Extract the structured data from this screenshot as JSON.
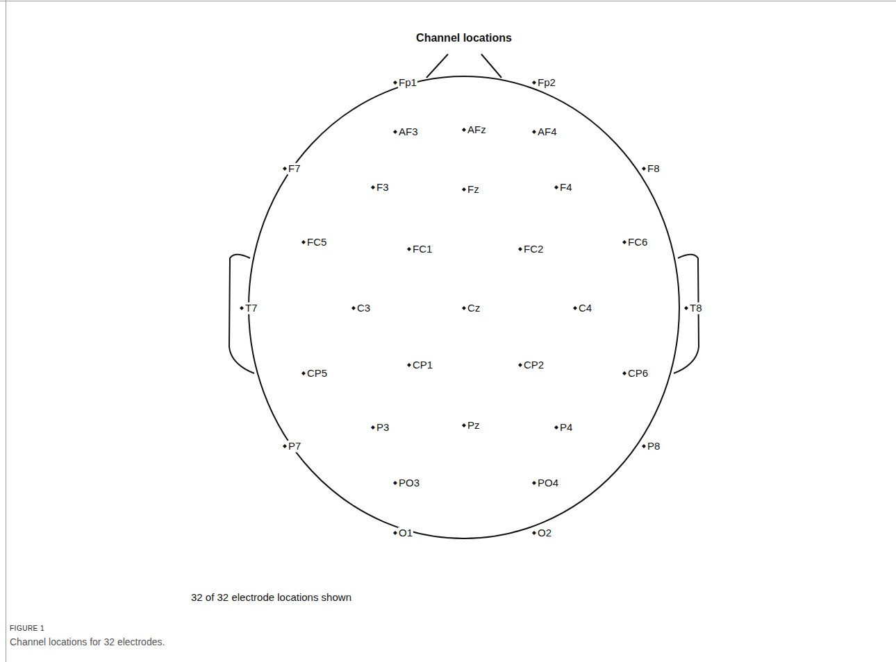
{
  "diagram": {
    "title": "Channel locations",
    "caption": "Channel locations for 32 electrodes.",
    "labels": [
      "Fp1",
      "Fp2",
      "AF3",
      "AFz",
      "AF4",
      "F7",
      "F3",
      "Fz",
      "F4",
      "F8",
      "FC5",
      "FC1",
      "FC2",
      "FC6",
      "T7",
      "C3",
      "Cz",
      "C4",
      "T8",
      "CP5",
      "CP1",
      "CP2",
      "CP6",
      "P7",
      "P3",
      "Pz",
      "P4",
      "P8",
      "PO3",
      "PO4",
      "O1",
      "O2",
      "32 of 32 electrode locations shown",
      "FIGURE 1"
    ]
  }
}
